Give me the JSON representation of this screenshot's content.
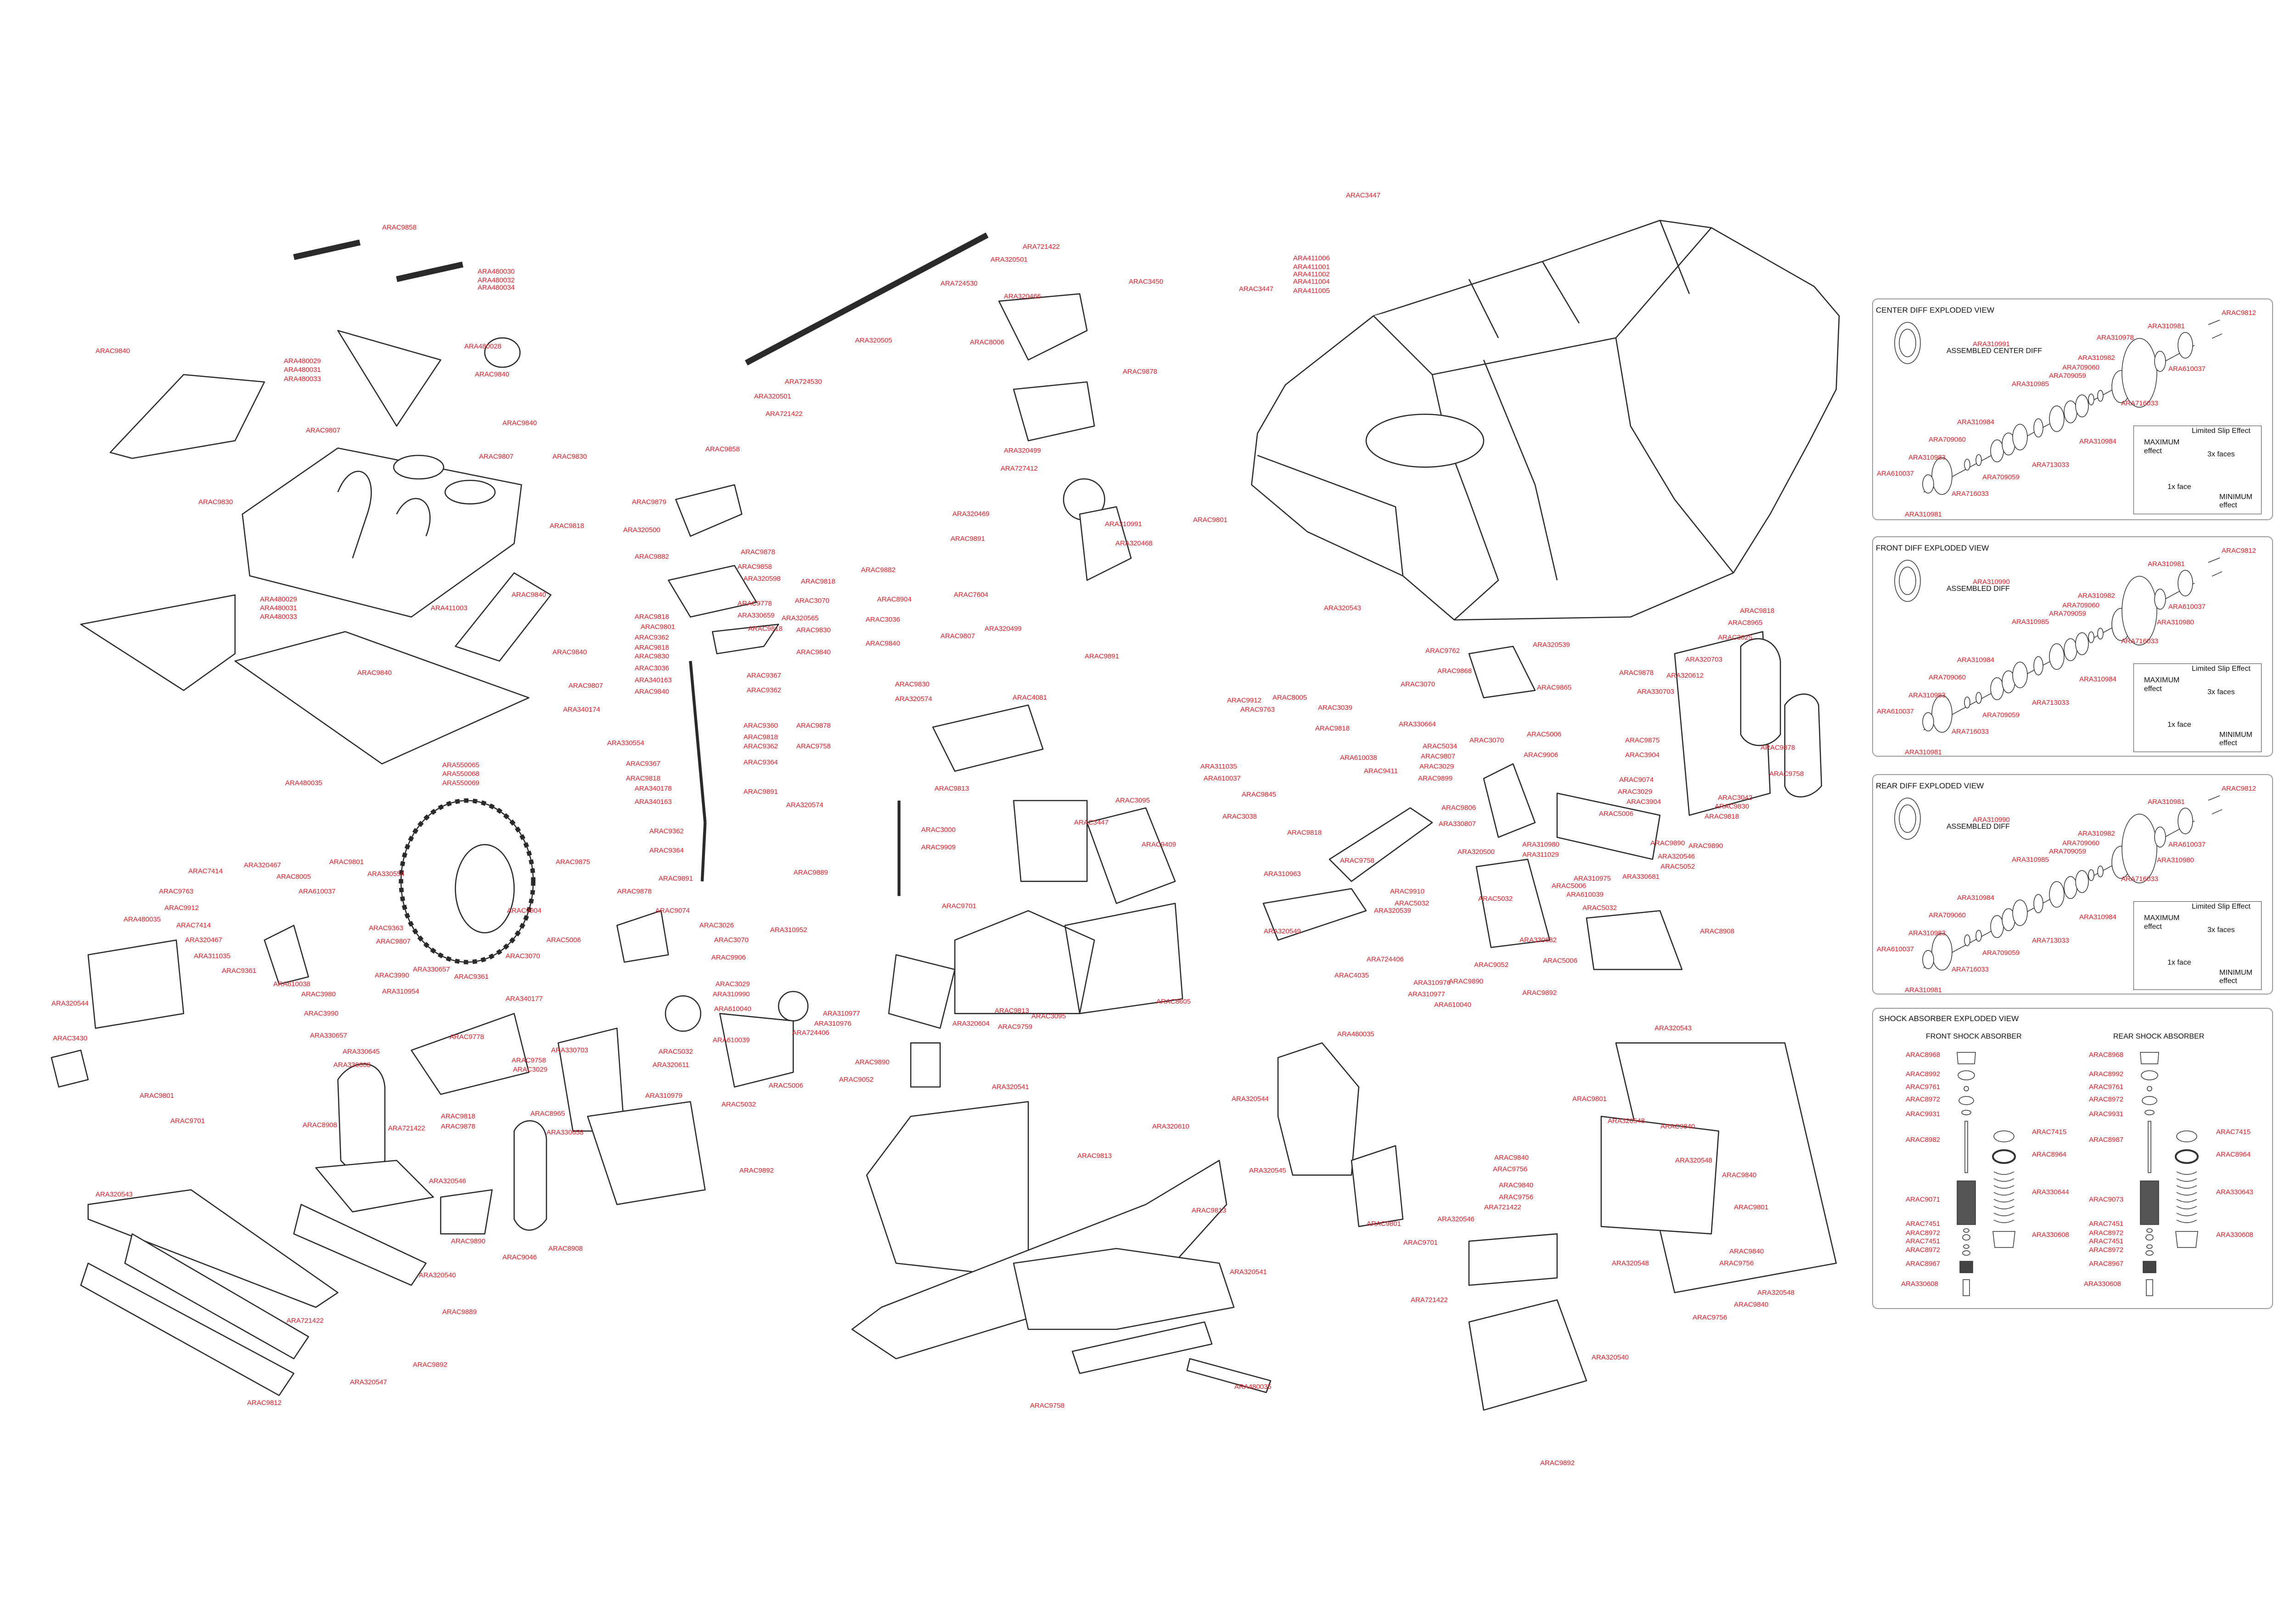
{
  "main_labels": [
    "ARAC9858",
    "ARA480030",
    "ARA480032",
    "ARA480034",
    "ARA480029",
    "ARA480031",
    "ARA480033",
    "ARAC9840",
    "ARA480028",
    "ARAC9840",
    "ARAC9840",
    "ARAC9807",
    "ARAC9807",
    "ARAC9830",
    "ARAC9830",
    "ARAC9818",
    "ARA480029",
    "ARA480031",
    "ARA480033",
    "ARA411003",
    "ARAC9840",
    "ARAC9840",
    "ARAC9840",
    "ARAC9807",
    "ARA340174",
    "ARA480035",
    "ARA550065",
    "ARA550068",
    "ARA550069",
    "ARAC9858",
    "ARAC9879",
    "ARA320500",
    "ARAC9882",
    "ARAC9878",
    "ARAC9858",
    "ARA320598",
    "ARAC9778",
    "ARA330659",
    "ARAC9818",
    "ARAC9801",
    "ARAC9362",
    "ARAC9818",
    "ARAC9830",
    "ARAC3036",
    "ARA340163",
    "ARAC9840",
    "ARAC9367",
    "ARAC9362",
    "ARA330554",
    "ARAC9367",
    "ARAC9818",
    "ARA340178",
    "ARA340163",
    "ARAC9362",
    "ARAC9364",
    "ARAC9891",
    "ARAC9360",
    "ARAC9818",
    "ARAC9362",
    "ARAC9364",
    "ARAC9891",
    "ARA320565",
    "ARAC9818",
    "ARAC9818",
    "ARAC9882",
    "ARAC3070",
    "ARAC8904",
    "ARAC9830",
    "ARAC3036",
    "ARAC9840",
    "ARAC9840",
    "ARAC9830",
    "ARA320574",
    "ARAC9878",
    "ARAC9758",
    "ARA320574",
    "ARAC9889",
    "ARAC3000",
    "ARAC9909",
    "ARA320501",
    "ARA721422",
    "ARA724530",
    "ARA320505",
    "ARA724530",
    "ARA320501",
    "ARA721422",
    "ARA320466",
    "ARAC3450",
    "ARAC8006",
    "ARAC9878",
    "ARA320499",
    "ARA727412",
    "ARA310991",
    "ARA320469",
    "ARAC9891",
    "ARA320468",
    "ARAC7604",
    "ARAC9807",
    "ARA320499",
    "ARAC9891",
    "ARAC4081",
    "ARAC9813",
    "ARAC3095",
    "ARAC3447",
    "ARAC9409",
    "ARAC9701",
    "ARAC8605",
    "ARAC3095",
    "ARA320604",
    "ARAC9813",
    "ARAC9759",
    "ARA310952",
    "ARAC3447",
    "ARA411006",
    "ARA411001",
    "ARA411002",
    "ARA411004",
    "ARA411005",
    "ARAC3447",
    "ARAC9801",
    "ARA320543",
    "ARA320539",
    "ARAC9762",
    "ARAC9865",
    "ARAC9868",
    "ARAC3070",
    "ARA330664",
    "ARAC9912",
    "ARAC8005",
    "ARAC3039",
    "ARAC9763",
    "ARAC9818",
    "ARA311035",
    "ARA610037",
    "ARAC9845",
    "ARAC3038",
    "ARA610038",
    "ARAC9411",
    "ARAC5034",
    "ARAC9807",
    "ARAC3029",
    "ARAC9899",
    "ARAC9806",
    "ARAC9818",
    "ARA330807",
    "ARA310963",
    "ARAC9758",
    "ARAC9910",
    "ARAC5032",
    "ARA320549",
    "ARA320539",
    "ARAC4035",
    "ARA724406",
    "ARA310976",
    "ARA310977",
    "ARAC9890",
    "ARA610040",
    "ARAC9052",
    "ARAC9892",
    "ARAC5032",
    "ARA330682",
    "ARAC5006",
    "ARAC5032",
    "ARA320500",
    "ARA310980",
    "ARA311029",
    "ARAC5006",
    "ARA610039",
    "ARA310975",
    "ARA330681",
    "ARA320546",
    "ARAC5052",
    "ARAC9890",
    "ARAC5006",
    "ARAC9074",
    "ARAC3029",
    "ARAC3904",
    "ARAC3070",
    "ARAC5006",
    "ARAC9906",
    "ARAC9878",
    "ARA330703",
    "ARAC9875",
    "ARAC3904",
    "ARA320612",
    "ARA320703",
    "ARAC9818",
    "ARAC8965",
    "ARAC3025",
    "ARAC3042",
    "ARAC9830",
    "ARAC9818",
    "ARAC9878",
    "ARAC9758",
    "ARAC9890",
    "ARAC8908",
    "ARA480035",
    "ARA320544",
    "ARAC9801",
    "ARA320543",
    "ARAC9840",
    "ARA320548",
    "ARAC9840",
    "ARAC9756",
    "ARAC9840",
    "ARAC9756",
    "ARA721422",
    "ARA320546",
    "ARA721422",
    "ARA320548",
    "ARAC9840",
    "ARAC9801",
    "ARAC9840",
    "ARAC9756",
    "ARA320548",
    "ARA320548",
    "ARAC9840",
    "ARAC9756",
    "ARA320540",
    "ARAC9892",
    "ARA320545",
    "ARAC9801",
    "ARAC9701",
    "ARA320541",
    "ARA320610",
    "ARAC9813",
    "ARAC9813",
    "ARA320541",
    "ARA480035",
    "ARAC9758",
    "ARAC7414",
    "ARA320467",
    "ARAC8005",
    "ARAC9801",
    "ARA330554",
    "ARAC9763",
    "ARAC9912",
    "ARA610037",
    "ARAC7414",
    "ARA320467",
    "ARA311035",
    "ARAC9361",
    "ARA480035",
    "ARA320544",
    "ARAC3430",
    "ARAC9801",
    "ARAC9701",
    "ARA610038",
    "ARAC3980",
    "ARAC3990",
    "ARA330657",
    "ARA330645",
    "ARA330608",
    "ARAC9363",
    "ARAC9807",
    "ARAC3990",
    "ARA310954",
    "ARA330657",
    "ARAC9361",
    "ARA340177",
    "ARAC3070",
    "ARAC9778",
    "ARA330703",
    "ARAC9758",
    "ARAC3029",
    "ARAC9818",
    "ARAC9878",
    "ARAC8965",
    "ARA330658",
    "ARA721422",
    "ARAC8908",
    "ARA320546",
    "ARA320540",
    "ARAC9889",
    "ARA721422",
    "ARAC9892",
    "ARA320547",
    "ARAC9812",
    "ARA320543",
    "ARAC9890",
    "ARAC9046",
    "ARAC8908",
    "ARAC9875",
    "ARAC9904",
    "ARAC5006",
    "ARAC9878",
    "ARAC9074",
    "ARAC3026",
    "ARAC3070",
    "ARAC9906",
    "ARAC3029",
    "ARA310990",
    "ARA610040",
    "ARA310977",
    "ARA310976",
    "ARA724406",
    "ARAC9890",
    "ARAC9052",
    "ARA610039",
    "ARA320611",
    "ARAC5032",
    "ARA310979",
    "ARAC5032",
    "ARAC5006",
    "ARAC9892"
  ],
  "center_diff": {
    "title": "CENTER DIFF EXPLODED VIEW",
    "assembled_part": "ARA310991",
    "assembled_label": "ASSEMBLED CENTER DIFF",
    "labels": [
      "ARAC9812",
      "ARA310981",
      "ARA310978",
      "ARA310982",
      "ARA610037",
      "ARA709060",
      "ARA709059",
      "ARA310985",
      "ARA716033",
      "ARA310984",
      "ARA310984",
      "ARA709060",
      "ARA310983",
      "ARA713033",
      "ARA610037",
      "ARA709059",
      "ARA716033",
      "ARA310981"
    ],
    "limited_slip": {
      "title": "Limited Slip Effect",
      "max": "MAXIMUM",
      "max_effect": "effect",
      "three_faces": "3x faces",
      "one_face": "1x face",
      "min": "MINIMUM",
      "min_effect": "effect"
    }
  },
  "front_diff": {
    "title": "FRONT DIFF EXPLODED VIEW",
    "assembled_part": "ARA310990",
    "assembled_label": "ASSEMBLED DIFF",
    "labels": [
      "ARAC9812",
      "ARA310981",
      "ARA310980",
      "ARA310982",
      "ARA610037",
      "ARA709060",
      "ARA709059",
      "ARA310985",
      "ARA716033",
      "ARA310984",
      "ARA310984",
      "ARA709060",
      "ARA310983",
      "ARA713033",
      "ARA610037",
      "ARA709059",
      "ARA716033",
      "ARA310981"
    ],
    "limited_slip": {
      "title": "Limited Slip Effect",
      "max": "MAXIMUM",
      "max_effect": "effect",
      "three_faces": "3x faces",
      "one_face": "1x face",
      "min": "MINIMUM",
      "min_effect": "effect"
    }
  },
  "rear_diff": {
    "title": "REAR DIFF EXPLODED VIEW",
    "assembled_part": "ARA310990",
    "assembled_label": "ASSEMBLED DIFF",
    "labels": [
      "ARAC9812",
      "ARA310981",
      "ARA310980",
      "ARA310982",
      "ARA610037",
      "ARA709060",
      "ARA709059",
      "ARA310985",
      "ARA716033",
      "ARA310984",
      "ARA310984",
      "ARA709060",
      "ARA310983",
      "ARA713033",
      "ARA610037",
      "ARA709059",
      "ARA716033",
      "ARA310981"
    ],
    "limited_slip": {
      "title": "Limited Slip Effect",
      "max": "MAXIMUM",
      "max_effect": "effect",
      "three_faces": "3x faces",
      "one_face": "1x face",
      "min": "MINIMUM",
      "min_effect": "effect"
    }
  },
  "shock": {
    "title": "SHOCK ABSORBER EXPLODED VIEW",
    "front_title": "FRONT SHOCK ABSORBER",
    "rear_title": "REAR SHOCK ABSORBER",
    "front_labels": [
      "ARAC8968",
      "ARAC8992",
      "ARAC9761",
      "ARAC8972",
      "ARAC9931",
      "ARAC8982",
      "ARAC9071",
      "ARAC7451",
      "ARAC8972",
      "ARAC7451",
      "ARAC8972",
      "ARAC8967",
      "ARA330608"
    ],
    "front_spring_labels": [
      "ARAC7415",
      "ARAC8964",
      "ARA330644",
      "ARA330608"
    ],
    "rear_labels": [
      "ARAC8968",
      "ARAC8992",
      "ARAC9761",
      "ARAC8972",
      "ARAC9931",
      "ARAC8987",
      "ARAC9073",
      "ARAC7451",
      "ARAC8972",
      "ARAC7451",
      "ARAC8972",
      "ARAC8967",
      "ARA330608"
    ],
    "rear_spring_labels": [
      "ARAC7415",
      "ARAC8964",
      "ARA330643",
      "ARA330608"
    ]
  },
  "colors": {
    "label": "#e31e24",
    "line": "#2a2a2a"
  }
}
